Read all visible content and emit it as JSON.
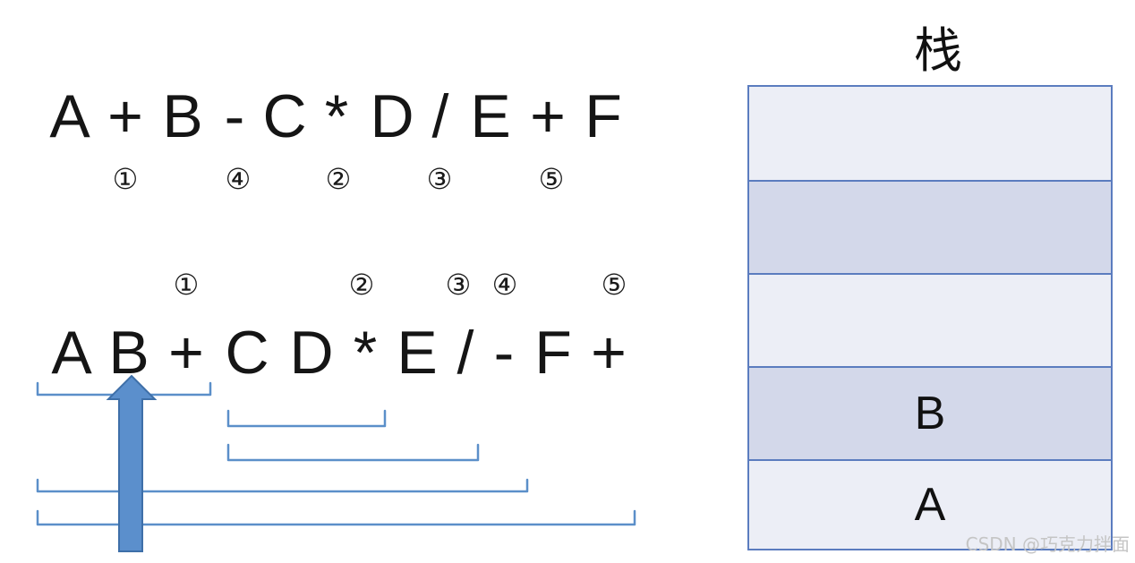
{
  "infix": {
    "tokens": [
      "A",
      "+",
      "B",
      "-",
      "C",
      "*",
      "D",
      "/",
      "E",
      "+",
      "F"
    ],
    "operator_order": [
      "①",
      "④",
      "②",
      "③",
      "⑤"
    ]
  },
  "postfix": {
    "tokens": [
      "A",
      "B",
      "+",
      "C",
      "D",
      "*",
      "E",
      "/",
      "-",
      "F",
      "+"
    ],
    "operator_order": [
      "①",
      "②",
      "③",
      "④",
      "⑤"
    ]
  },
  "stack": {
    "title": "栈",
    "cells": [
      "",
      "",
      "",
      "B",
      "A"
    ]
  },
  "colors": {
    "bracket": "#5b8fc9",
    "arrow_fill": "#5b8fcc",
    "arrow_stroke": "#3e6fa8",
    "stack_border": "#5b7cbf",
    "cell_light": "#eceef6",
    "cell_dark": "#d3d8ea"
  },
  "watermark": "CSDN @巧克力拌面"
}
